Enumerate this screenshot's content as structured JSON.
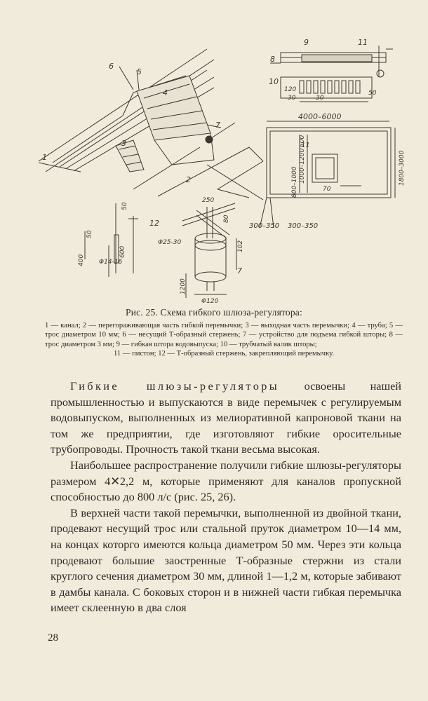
{
  "figure": {
    "labels": {
      "l1": "1",
      "l2": "2",
      "l3": "3",
      "l4": "4",
      "l5": "5",
      "l6": "6",
      "l7": "7",
      "l7b": "7",
      "l8": "8",
      "l9": "9",
      "l10": "10",
      "l11": "11",
      "l11b": "11",
      "l12": "12"
    },
    "dimensions": {
      "d_top30a": "30",
      "d_top30b": "30",
      "d_top50": "50",
      "d_top120": "120",
      "d_width": "4000–6000",
      "d_v500": "500",
      "d_v1000": "1000–1200",
      "d_v800": "800–1000",
      "d_w70": "70",
      "d_h1800": "1800–3000",
      "d_bot1": "300–350",
      "d_bot2": "300–350",
      "d_250": "250",
      "d_80": "80",
      "d_102": "102",
      "d_1200": "1200",
      "d_phi120": "Φ120",
      "d_phi25": "Φ25-30",
      "d_50a": "50",
      "d_50b": "50",
      "d_600": "600",
      "d_400": "400",
      "d_phi14": "Φ14-16"
    }
  },
  "caption": {
    "title": "Рис. 25. Схема гибкого шлюза-регулятора:",
    "legend": "1 — канал; 2 — перегораживающая часть гибкой перемычки; 3 — выходная часть перемычки; 4 — труба; 5 — трос диаметром 10 мм; 6 — несущий Т-образный стержень; 7 — устройство для подъема гибкой шторы; 8 — трос диаметром 3 мм; 9 — гибкая штора водовыпуска; 10 — трубчатый валик шторы;",
    "legend_last": "11 — пистон; 12 — Т-образный стержень, закрепляющий перемычку."
  },
  "body": {
    "p1_spaced": "Гибкие шлюзы-регуляторы",
    "p1_rest": " освоены нашей промышленностью и выпускаются в виде перемычек с регулируемым водовыпуском, выполненных из мелиоративной капроновой ткани на том же предприятии, где изготовляют гибкие оросительные трубопроводы. Прочность такой ткани весьма высокая.",
    "p2": "Наибольшее распространение получили гибкие шлюзы-регуляторы размером 4✕2,2 м, которые применяют для каналов пропускной способностью до 800 л/с (рис. 25, 26).",
    "p3": "В верхней части такой перемычки, выполненной из двойной ткани, продевают несущий трос или стальной пруток диаметром 10—14 мм, на концах которго имеются кольца диаметром 50 мм. Через эти кольца продевают большие заостренные Т-образные стержни из стали круглого сечения диаметром 30 мм, длиной 1—1,2 м, которые забивают в дамбы канала. С боковых сторон и в нижней части гибкая перемычка имеет склеенную в два слоя"
  },
  "page_number": "28"
}
